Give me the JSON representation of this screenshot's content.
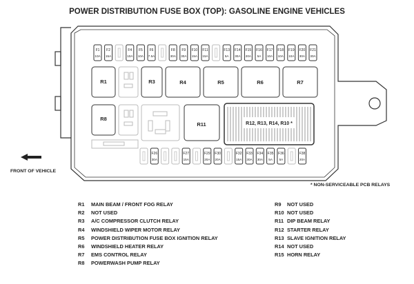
{
  "title": "POWER DISTRIBUTION FUSE BOX (TOP): GASOLINE ENGINE VEHICLES",
  "front_label": "FRONT OF VEHICLE",
  "pcb_note": "* NON-SERVICEABLE PCB RELAYS",
  "top_fuses": [
    {
      "id": "F1",
      "amp": "10A"
    },
    {
      "id": "F2",
      "amp": "15A"
    },
    null,
    {
      "id": "F4",
      "amp": "10A"
    },
    {
      "id": "F5",
      "amp": "10A"
    },
    {
      "id": "F6",
      "amp": "7.5A"
    },
    null,
    {
      "id": "F8",
      "amp": "30A"
    },
    {
      "id": "F9",
      "amp": "30A"
    },
    {
      "id": "F10",
      "amp": "15A"
    },
    {
      "id": "F11",
      "amp": "15A"
    },
    null,
    {
      "id": "F13",
      "amp": "5A"
    },
    {
      "id": "F14",
      "amp": "30A"
    },
    {
      "id": "F15",
      "amp": "20A"
    },
    {
      "id": "F16",
      "amp": "5A"
    },
    {
      "id": "F17",
      "amp": "10A"
    },
    {
      "id": "F18",
      "amp": "10A"
    },
    {
      "id": "F19",
      "amp": "10A"
    },
    {
      "id": "F20",
      "amp": "30A"
    },
    {
      "id": "F21",
      "amp": "30A"
    }
  ],
  "bottom_fuses": [
    null,
    {
      "id": "F26",
      "amp": "30A"
    },
    null,
    null,
    {
      "id": "F27",
      "amp": "15A"
    },
    null,
    {
      "id": "F29",
      "amp": "20A"
    },
    {
      "id": "F30",
      "amp": "20A"
    },
    null,
    {
      "id": "F32",
      "amp": "15A"
    },
    {
      "id": "F33",
      "amp": "30A"
    },
    {
      "id": "F34",
      "amp": "30A"
    },
    {
      "id": "F35",
      "amp": "5A"
    },
    {
      "id": "F36",
      "amp": "5A"
    },
    null,
    {
      "id": "F38",
      "amp": "20A"
    }
  ],
  "relays": {
    "r1": "R1",
    "r3": "R3",
    "r4": "R4",
    "r5": "R5",
    "r6": "R6",
    "r7": "R7",
    "r8": "R8",
    "r11": "R11",
    "pcb": "R12, R13, R14, R10 *"
  },
  "legend_left": [
    {
      "code": "R1",
      "text": "MAIN BEAM / FRONT FOG RELAY"
    },
    {
      "code": "R2",
      "text": "NOT USED"
    },
    {
      "code": "R3",
      "text": "A/C COMPRESSOR CLUTCH RELAY"
    },
    {
      "code": "R4",
      "text": "WINDSHIELD WIPER MOTOR RELAY"
    },
    {
      "code": "R5",
      "text": "POWER DISTRIBUTION FUSE BOX IGNITION RELAY"
    },
    {
      "code": "R6",
      "text": "WINDSHIELD HEATER RELAY"
    },
    {
      "code": "R7",
      "text": "EMS CONTROL RELAY"
    },
    {
      "code": "R8",
      "text": "POWERWASH PUMP RELAY"
    }
  ],
  "legend_right": [
    {
      "code": "R9",
      "text": "NOT USED"
    },
    {
      "code": "R10",
      "text": "NOT USED"
    },
    {
      "code": "R11",
      "text": "DIP BEAM RELAY"
    },
    {
      "code": "R12",
      "text": "STARTER RELAY"
    },
    {
      "code": "R13",
      "text": "SLAVE IGNITION RELAY"
    },
    {
      "code": "R14",
      "text": "NOT USED"
    },
    {
      "code": "R15",
      "text": "HORN RELAY"
    }
  ]
}
